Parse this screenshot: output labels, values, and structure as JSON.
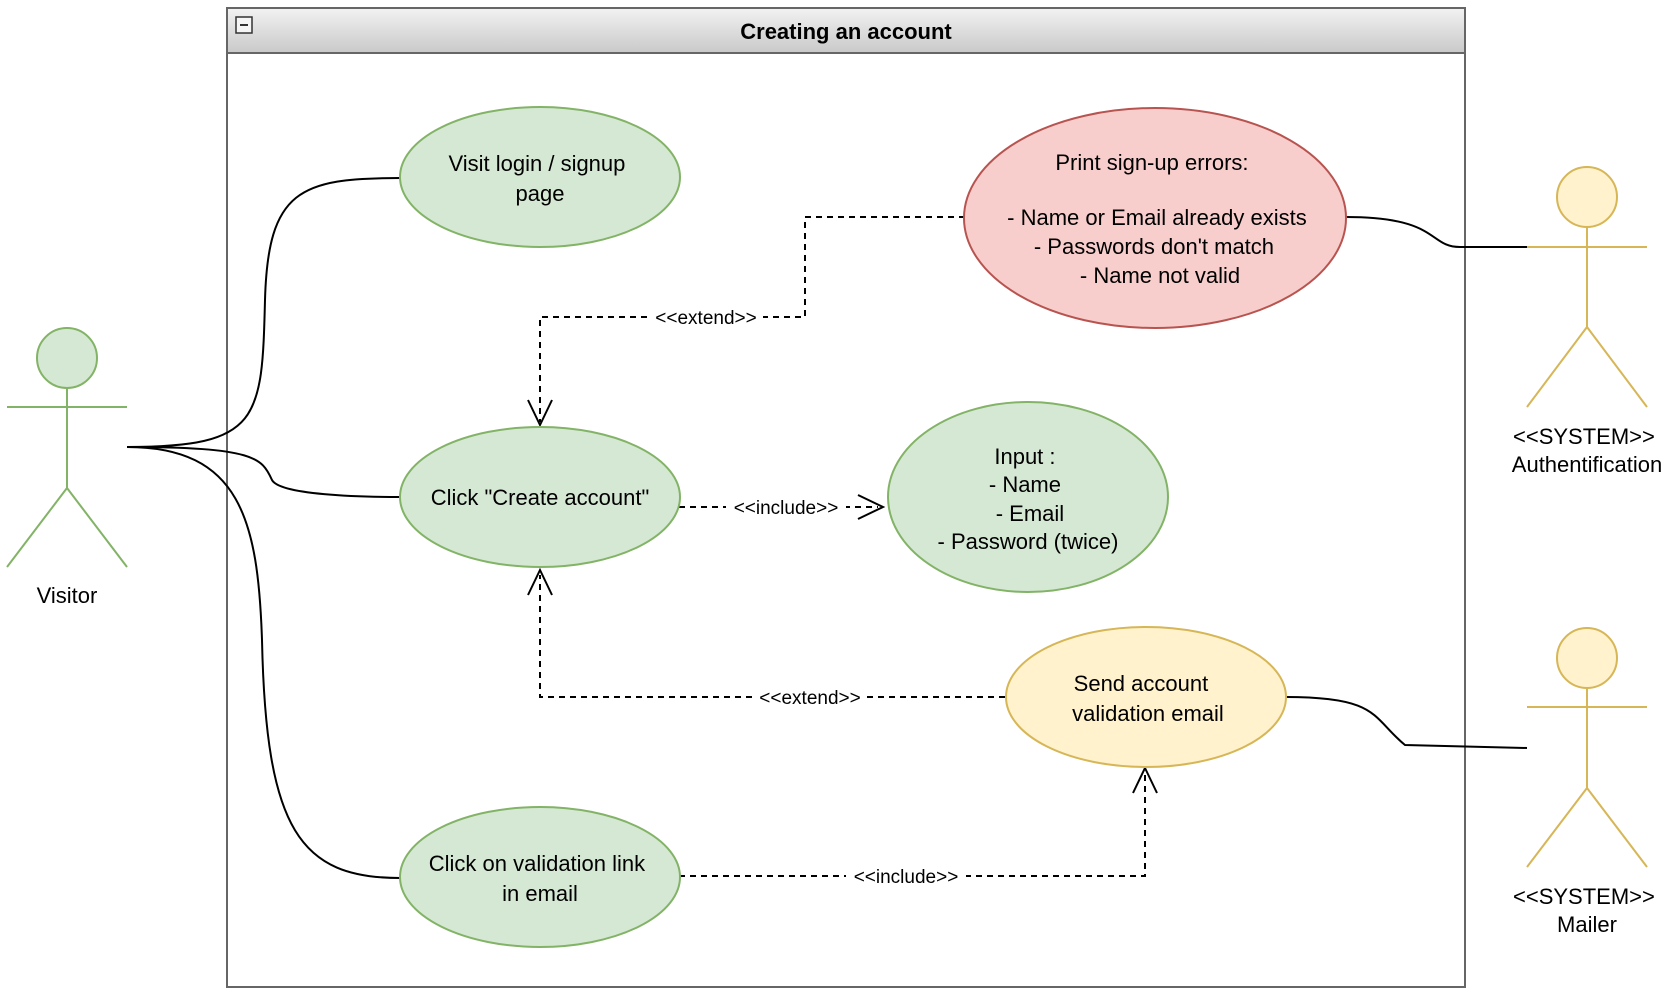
{
  "boundary": {
    "title": "Creating an account",
    "collapse_symbol": "minus-box-icon"
  },
  "actors": {
    "visitor": {
      "name": "Visitor",
      "color": "#82b366",
      "fill": "#d5e8d4"
    },
    "auth": {
      "stereotype": "<<SYSTEM>>",
      "name": "Authentification",
      "color": "#d6b656",
      "fill": "#fff2cc"
    },
    "mailer": {
      "stereotype": "<<SYSTEM>>",
      "name": "Mailer",
      "color": "#d6b656",
      "fill": "#fff2cc"
    }
  },
  "use_cases": {
    "visit_page": {
      "lines": [
        "Visit login / signup",
        "page"
      ]
    },
    "print_errors": {
      "lines": [
        "Print sign-up errors:",
        "",
        "- Name or Email already exists",
        "- Passwords don't match",
        "- Name not valid"
      ]
    },
    "create_account": {
      "lines": [
        "Click \"Create account\""
      ]
    },
    "input": {
      "lines": [
        "Input :",
        "- Name",
        "- Email",
        "- Password (twice)"
      ]
    },
    "send_email": {
      "lines": [
        "Send account",
        "validation email"
      ]
    },
    "click_link": {
      "lines": [
        "Click on validation link",
        "in email"
      ]
    }
  },
  "relations": {
    "extend_errors": "<<extend>>",
    "include_input": "<<include>>",
    "extend_email": "<<extend>>",
    "include_send": "<<include>>"
  },
  "colors": {
    "green_fill": "#d5e8d4",
    "green_stroke": "#82b366",
    "red_fill": "#f8cecc",
    "red_stroke": "#b85450",
    "yellow_fill": "#fff2cc",
    "yellow_stroke": "#d6b656"
  }
}
